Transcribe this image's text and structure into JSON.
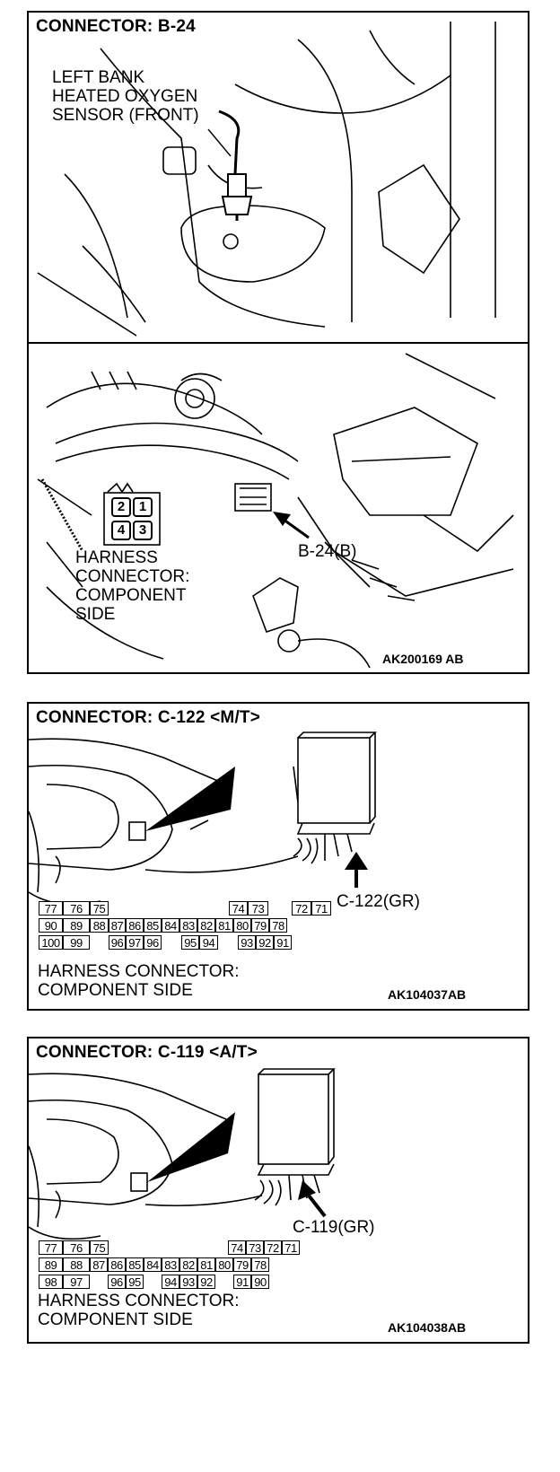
{
  "panel1": {
    "title": "CONNECTOR: B-24",
    "sensor_label": [
      "LEFT BANK",
      "HEATED OXYGEN",
      "SENSOR (FRONT)"
    ],
    "connector_pins": [
      "2",
      "1",
      "4",
      "3"
    ],
    "harness_label": [
      "HARNESS",
      "CONNECTOR:",
      "COMPONENT",
      "SIDE"
    ],
    "callout": "B-24(B)",
    "code": "AK200169 AB"
  },
  "panel2": {
    "title": "CONNECTOR: C-122 <M/T>",
    "callout": "C-122(GR)",
    "rows": [
      [
        "77",
        "76",
        "75",
        "",
        "",
        "",
        "",
        "74",
        "73",
        "",
        "72",
        "71"
      ],
      [
        "90",
        "89",
        "88",
        "87",
        "86",
        "85",
        "84",
        "83",
        "82",
        "81",
        "80",
        "79",
        "78"
      ],
      [
        "100",
        "99",
        "",
        "96",
        "97",
        "96",
        "",
        "95",
        "94",
        "",
        "93",
        "92",
        "91"
      ]
    ],
    "harness_label": [
      "HARNESS CONNECTOR:",
      "COMPONENT SIDE"
    ],
    "code": "AK104037AB"
  },
  "panel3": {
    "title": "CONNECTOR: C-119 <A/T>",
    "callout": "C-119(GR)",
    "rows": [
      [
        "77",
        "76",
        "75",
        "",
        "",
        "",
        "",
        "74",
        "73",
        "72",
        "71"
      ],
      [
        "89",
        "88",
        "87",
        "86",
        "85",
        "84",
        "83",
        "82",
        "81",
        "80",
        "79",
        "78"
      ],
      [
        "98",
        "97",
        "",
        "96",
        "95",
        "",
        "94",
        "93",
        "92",
        "",
        "91",
        "90"
      ]
    ],
    "harness_label": [
      "HARNESS CONNECTOR:",
      "COMPONENT SIDE"
    ],
    "code": "AK104038AB"
  }
}
